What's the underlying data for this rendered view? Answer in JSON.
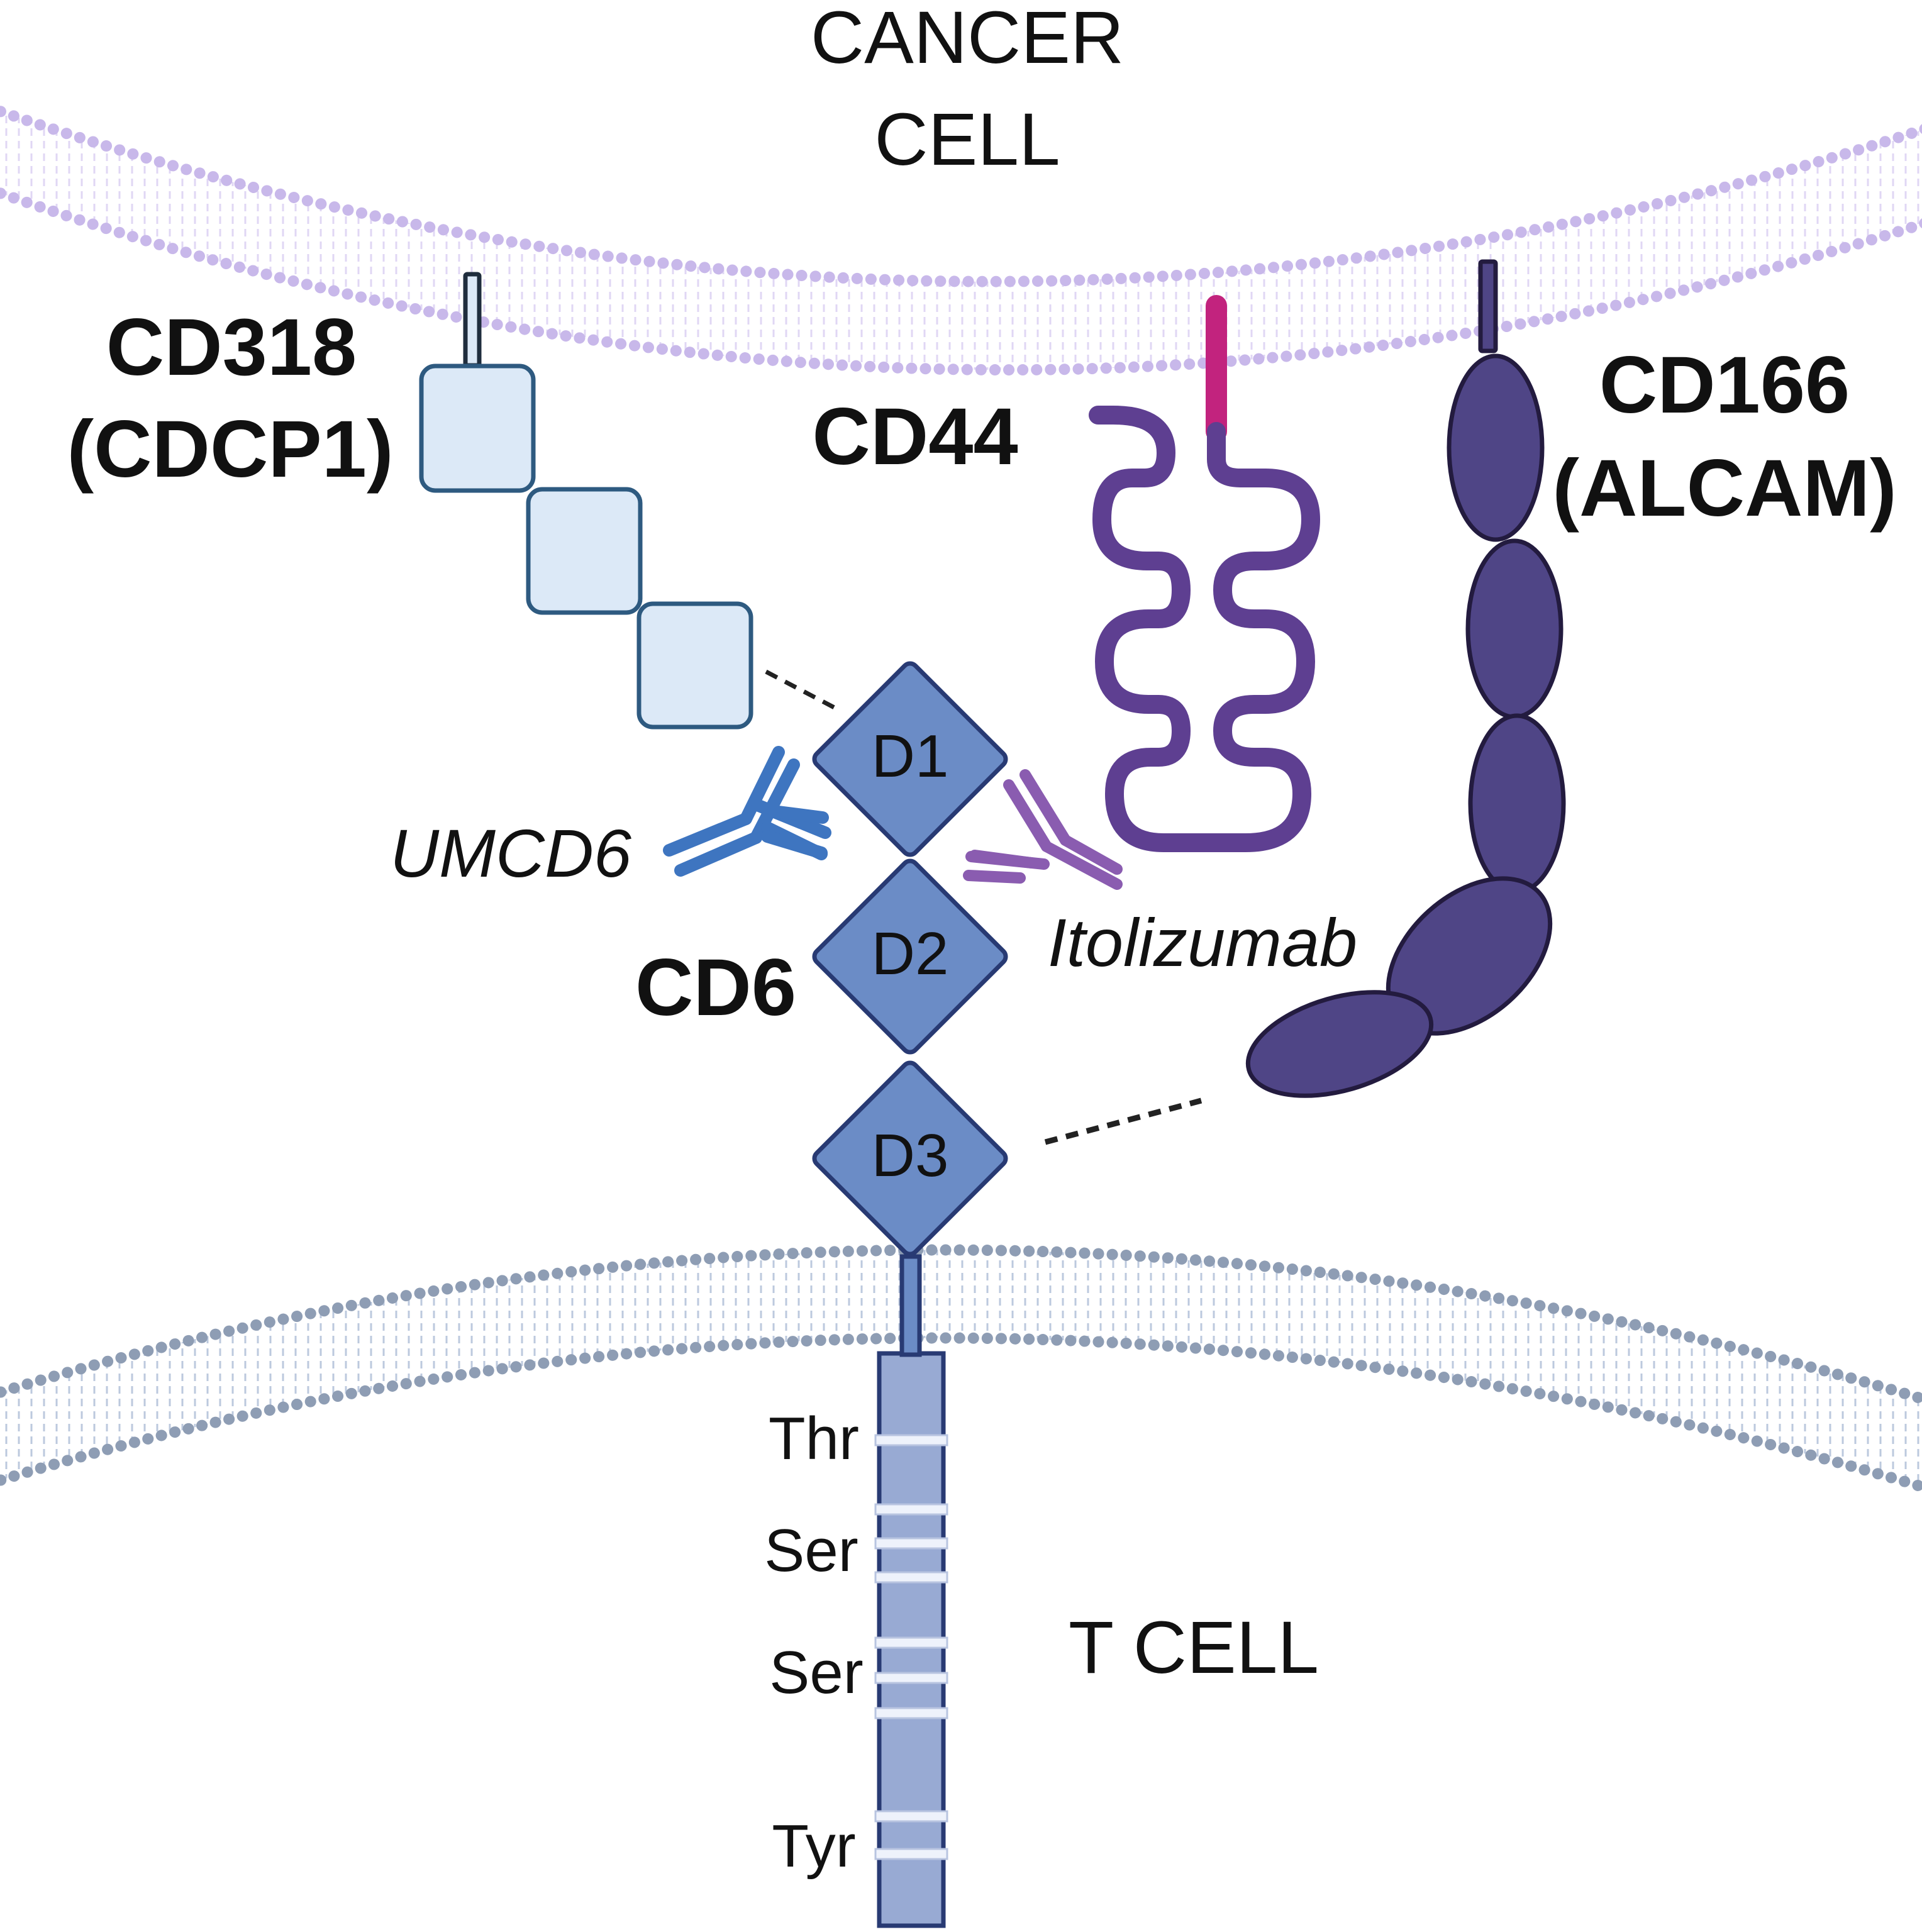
{
  "labels": {
    "cancer_cell_line1": "CANCER",
    "cancer_cell_line2": "CELL",
    "t_cell": "T CELL",
    "cd318_line1": "CD318",
    "cd318_line2": "(CDCP1)",
    "cd44": "CD44",
    "cd166_line1": "CD166",
    "cd166_line2": "(ALCAM)",
    "cd6": "CD6",
    "umcd6": "UMCD6",
    "itolizumab": "Itolizumab"
  },
  "domains": [
    "D1",
    "D2",
    "D3"
  ],
  "residues": [
    "Thr",
    "Ser",
    "Ser",
    "Tyr"
  ],
  "colors": {
    "cancer_membrane": "#c8b8ea",
    "tcell_membrane": "#8e9db4",
    "cd318_fill": "#dce9f7",
    "cd318_stroke": "#2e5a80",
    "cd44_body": "#5e3f91",
    "cd44_tail": "#c2237e",
    "cd166_fill": "#4f4586",
    "cd166_stroke": "#231b3f",
    "cd6_fill": "#6b8cc6",
    "cd6_stroke": "#283a73",
    "cd6_tail_fill": "#98aad3",
    "umcd6_color": "#3e75c0",
    "itolizumab_color": "#8a5cb0"
  }
}
